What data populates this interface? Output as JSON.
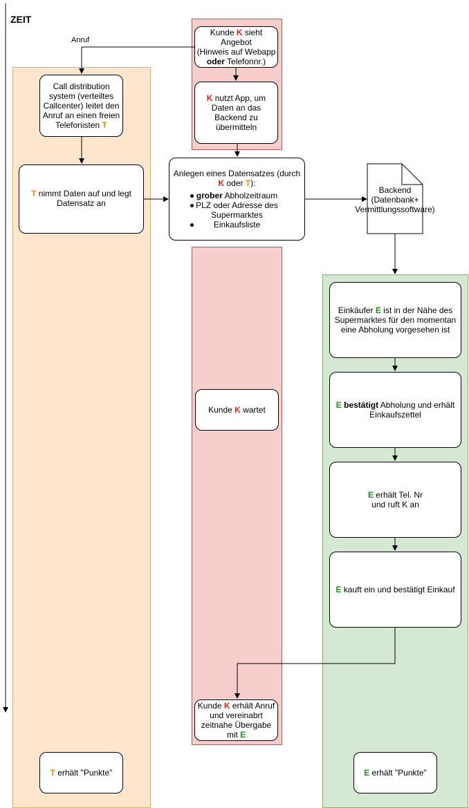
{
  "title": "ZEIT",
  "edge_label_call": "Anruf",
  "nodes": {
    "kunde_angebot": {
      "l1a": "Kunde ",
      "l1k": "K",
      "l1b": " sieht",
      "l2": "Angebot",
      "l3": "(Hinweis auf Webapp",
      "l4bold": "oder",
      "l4b": " Telefonnr.)"
    },
    "kunde_app": {
      "l1k": "K",
      "l1b": " nutzt App, um",
      "l2": "Daten an das",
      "l3": "Backend zu",
      "l4": "übermitteln"
    },
    "call_dist": {
      "l1": "Call distribution",
      "l2": "system (verteiltes",
      "l3": "Callcenter) leitet den",
      "l4": "Anruf an einen freien",
      "l5a": "Telefonisten ",
      "l5t": "T"
    },
    "t_nimmt": {
      "l1t": "T",
      "l1b": " nimmt Daten auf und legt",
      "l2": "Datensatz an"
    },
    "anlegen": {
      "l1": "Anlegen eines Datensatzes (durch",
      "l2k": "K",
      "l2mid": " oder ",
      "l2t": "T",
      "l2end": "):",
      "b1bold": "grober",
      "b1": " Abholzeitraum",
      "b2a": "PLZ oder Adresse des",
      "b2b": "Supermarktes",
      "b3": "Einkaufsliste"
    },
    "backend": {
      "l1": "Backend",
      "l2": "(Datenbank+",
      "l3": "Vermittlungssoftware)"
    },
    "e_naehe": {
      "l1a": "Einkäufer ",
      "l1e": "E",
      "l1b": " ist in der Nähe des",
      "l2": "Supermarktes für den momentan",
      "l3": "eine Abholung vorgesehen ist"
    },
    "e_bestaetigt": {
      "l1e": "E",
      "l1bold": " bestätigt",
      "l1b": " Abholung und erhält",
      "l2": "Einkaufszettel"
    },
    "e_tel": {
      "l1e": "E",
      "l1b": " erhält Tel. Nr",
      "l2": "und ruft K an"
    },
    "e_kauft": {
      "l1e": "E",
      "l1b": " kauft ein und bestätigt Einkauf"
    },
    "kunde_wartet": {
      "l1a": "Kunde ",
      "l1k": "K",
      "l1b": " wartet"
    },
    "kunde_anruf": {
      "l1a": "Kunde ",
      "l1k": "K",
      "l1b": " erhält Anruf",
      "l2": "und vereinabrt",
      "l3": "zeitnahe Übergabe",
      "l4a": "mit ",
      "l4e": "E"
    },
    "t_punkte": {
      "l1t": "T",
      "l1b": " erhält \"Punkte\""
    },
    "e_punkte": {
      "l1e": "E",
      "l1b": " erhält \"Punkte\""
    }
  },
  "colors": {
    "lane_orange": "#ffe6cc",
    "lane_red": "#f8cecc",
    "lane_green": "#d5e8d4",
    "letter_t": "#f08c00",
    "letter_k": "#e0211b",
    "letter_e": "#1a8f1a"
  }
}
